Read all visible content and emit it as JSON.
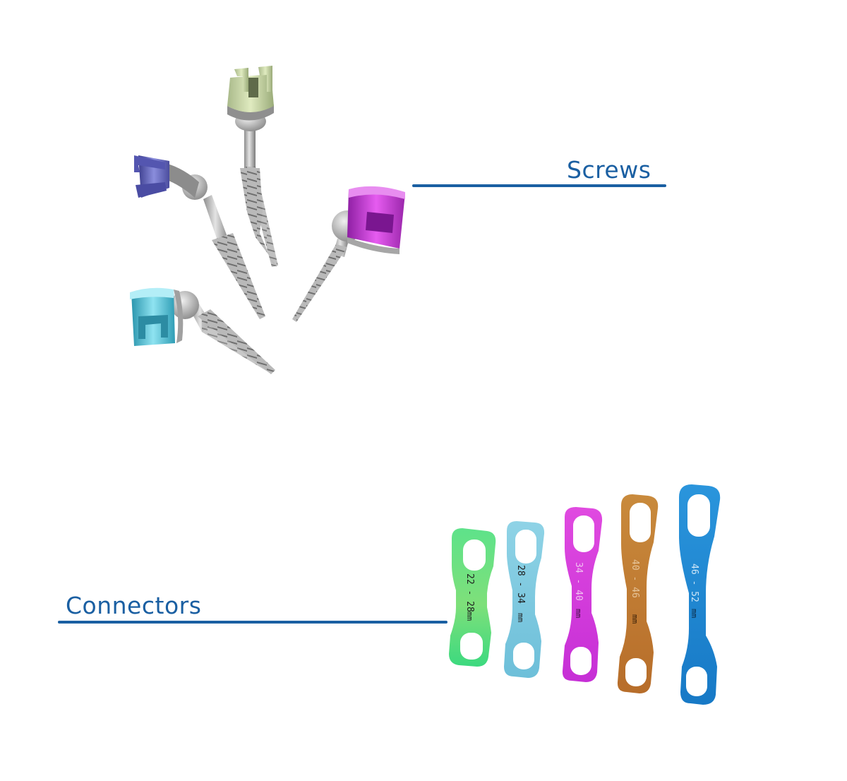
{
  "labels": {
    "screws": "Screws",
    "connectors": "Connectors"
  },
  "colors": {
    "accent": "#1a5fa2",
    "screw_green": "#c8d7a6",
    "screw_purple": "#6c6ec7",
    "screw_magenta": "#c53ad6",
    "screw_cyan": "#4fc3d9",
    "metal": "#b3b3b3",
    "conn_green": "#4fe07b",
    "conn_cyan": "#7cc9de",
    "conn_magenta": "#d23ddd",
    "conn_orange": "#c37a33",
    "conn_blue": "#1e8ad4"
  },
  "connector_sizes": [
    {
      "range": "22 - 28",
      "unit": "mm"
    },
    {
      "range": "28 - 34",
      "unit": "mm"
    },
    {
      "range": "34 - 40",
      "unit": "mm"
    },
    {
      "range": "40 - 46",
      "unit": "mm"
    },
    {
      "range": "46 - 52",
      "unit": "mm"
    }
  ]
}
